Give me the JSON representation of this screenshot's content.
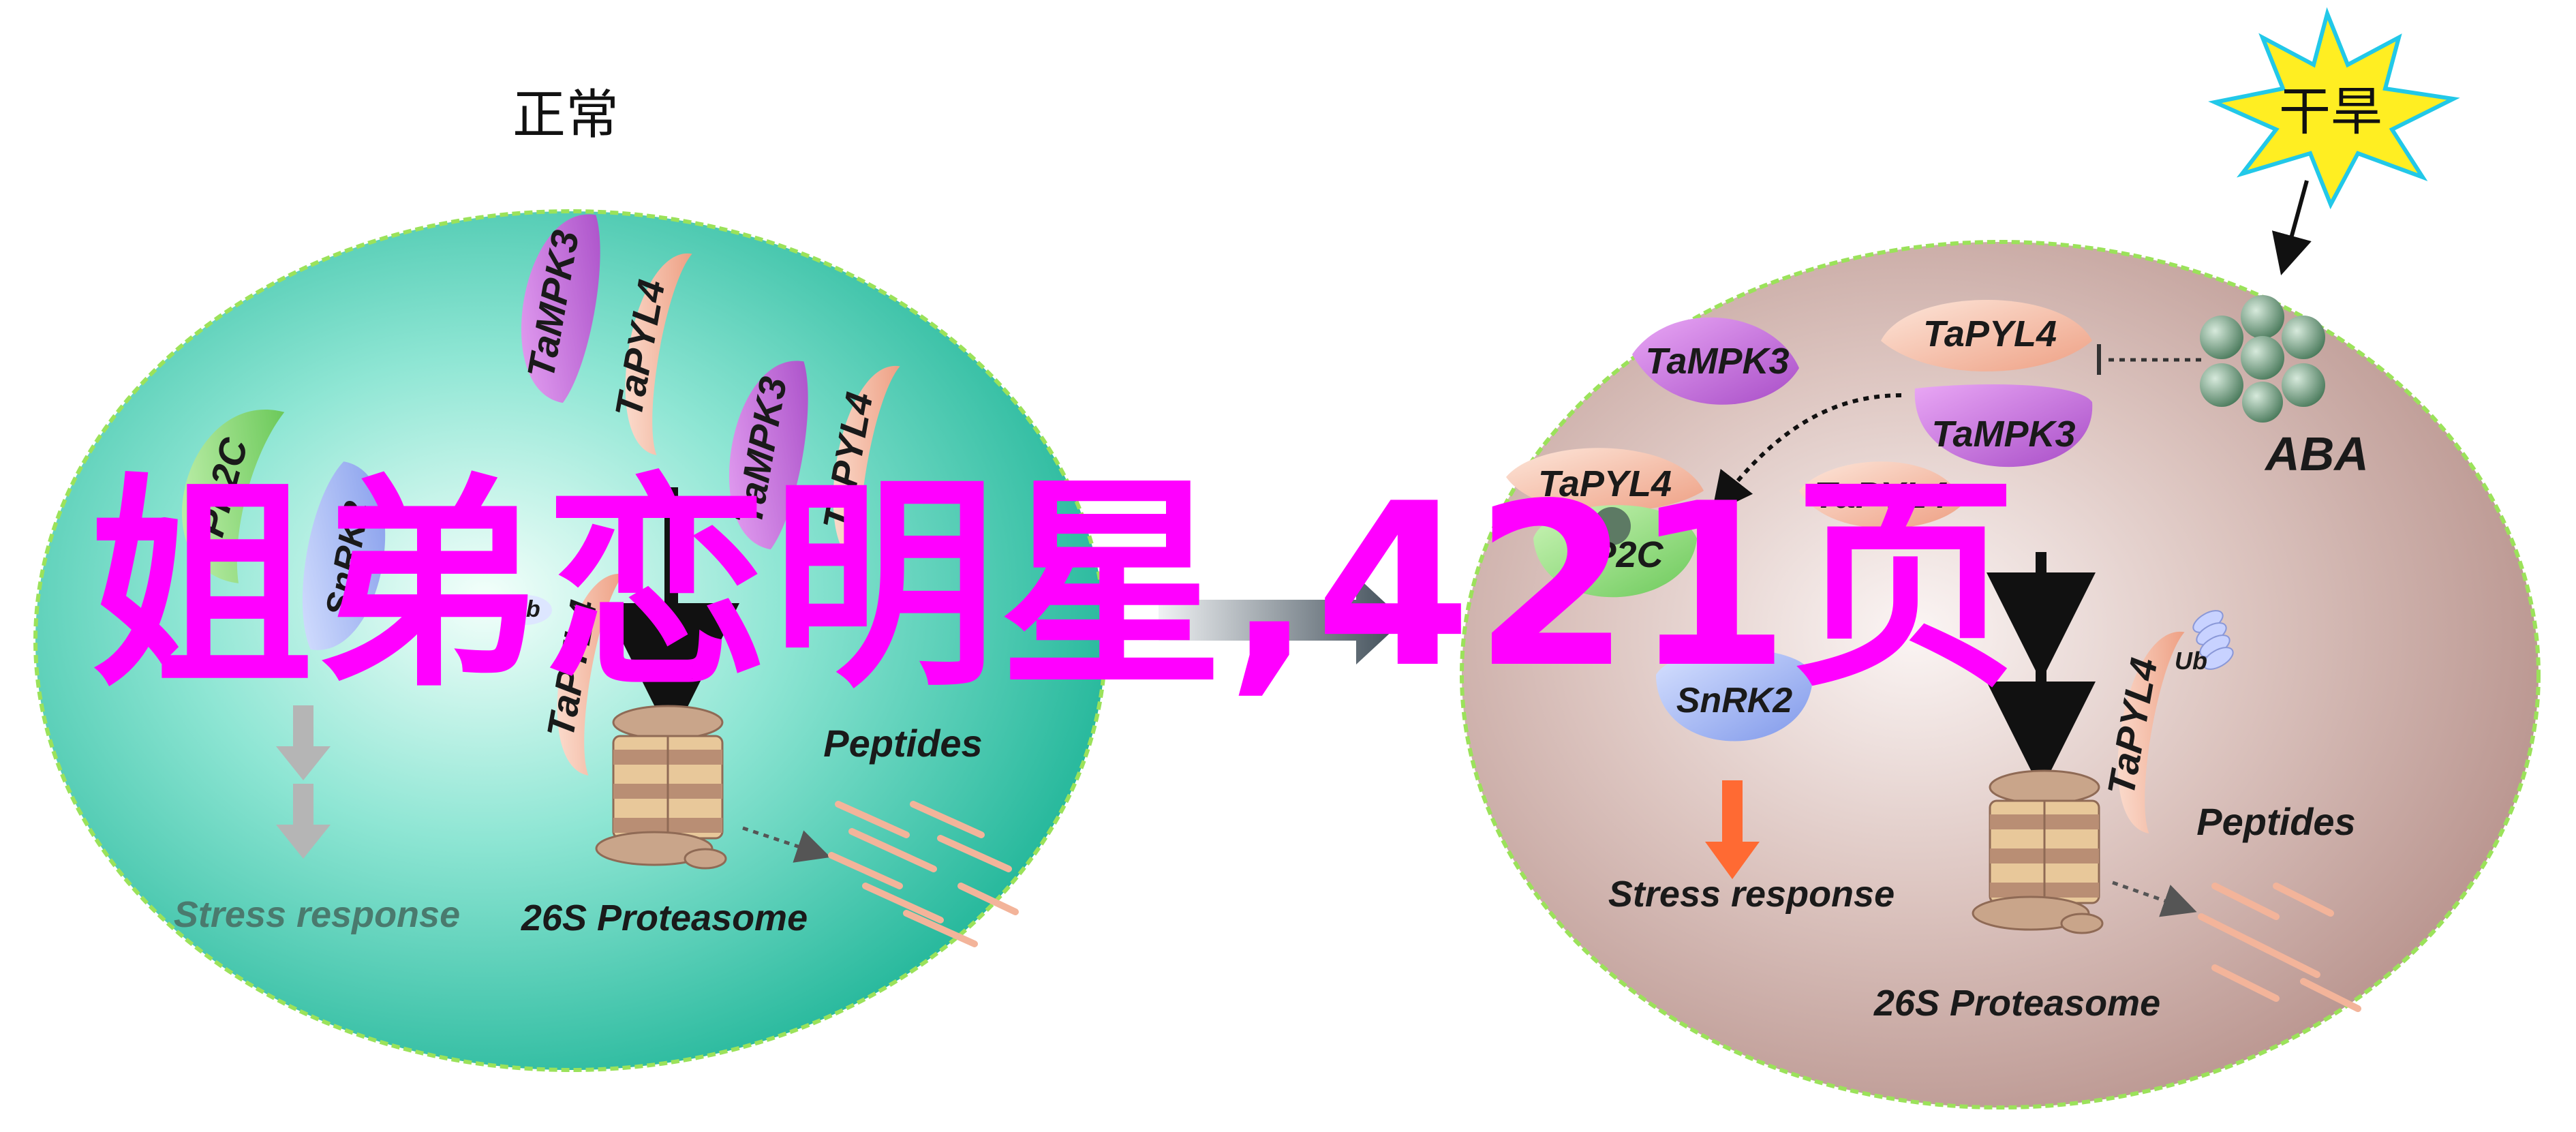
{
  "panels": {
    "normal": {
      "title": "正常",
      "labels": {
        "tampk3_top": "TaMPK3",
        "tapyl4_top": "TaPYL4",
        "tampk3_mid": "TaMPK3",
        "tapyl4_mid": "TaPYL4",
        "pp2c": "PP2C",
        "snrk2": "SnRK2",
        "ub": "Ub",
        "tapyl4_low": "TaPYL4",
        "peptides": "Peptides",
        "stress": "Stress response",
        "proteasome": "26S Proteasome"
      }
    },
    "drought": {
      "title": "干旱",
      "labels": {
        "tampk3_left": "TaMPK3",
        "tapyl4_top": "TaPYL4",
        "tampk3_right": "TaMPK3",
        "aba": "ABA",
        "tapyl4_left": "TaPYL4",
        "pp2c": "PP2C",
        "tapyl4_hidden": "TaPYL4",
        "snrk2": "SnRK2",
        "tapyl4_right": "TaPYL4",
        "ub": "Ub",
        "peptides": "Peptides",
        "stress": "Stress response",
        "proteasome": "26S Proteasome"
      }
    }
  },
  "overlay_text": "姐弟恋明星,421页",
  "colors": {
    "normal_cell": "#2fbfa6",
    "drought_cell": "#c9aaa5",
    "mpk3": "#c06bd8",
    "pyl4": "#f3b49a",
    "pp2c": "#8fdc7a",
    "snrk2": "#9bb3f2",
    "aba": "#6e9a7e",
    "burst": "#ffee22",
    "overlay": "#ff00ff",
    "stress_arrow": "#ff6a33"
  }
}
